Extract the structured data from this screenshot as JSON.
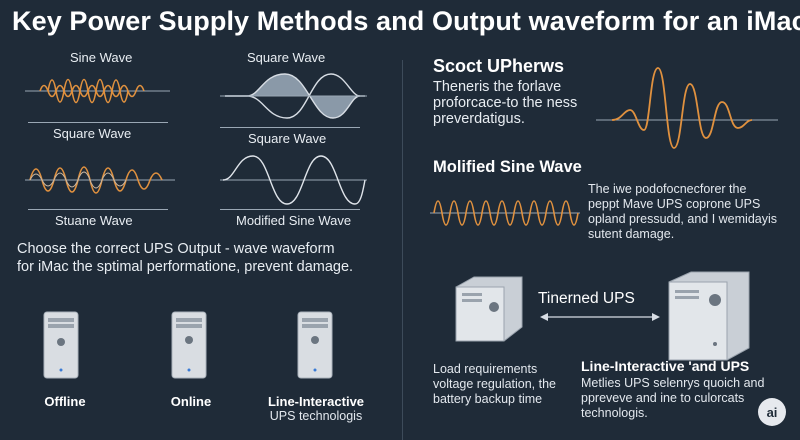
{
  "title": "Key Power Supply Methods and Output waveform for an iMac",
  "left_panel": {
    "wave_labels": {
      "sine_top": "Sine Wave",
      "square_below_sine": "Square Wave",
      "square_top_right": "Square Wave",
      "square_below_right": "Square Wave",
      "stuane": "Stuane Wave",
      "modified": "Modified Sine Wave"
    },
    "instruction": [
      "Choose the correct UPS Output - wave waveform",
      "for iMac the sptimal performatione, prevent damage."
    ],
    "ups_units": [
      {
        "label": "Offline",
        "sub": ""
      },
      {
        "label": "Online",
        "sub": ""
      },
      {
        "label": "Line-Interactive",
        "sub": "UPS technologis"
      }
    ]
  },
  "right_panel": {
    "section1": {
      "heading": "Scoct UPherws",
      "text": [
        "Theneris the forlave",
        "proforcace-to the ness",
        "preverdatigus."
      ]
    },
    "section2": {
      "heading": "Molified Sine Wave",
      "text": [
        "The iwe podofocnecforer the",
        "peppt Mave UPS coprone UPS",
        "opland pressudd, and I wemidayis",
        "sutent damage."
      ]
    },
    "section3": {
      "tinerned_label": "Tinerned UPS",
      "load_text": [
        "Load requirements",
        "voltage regulation, the",
        "battery backup time"
      ],
      "line_interactive_heading": "Line-Interactive 'and UPS",
      "line_interactive_text": [
        "Metlies UPS selenrys quoich and",
        "ppreveve and ine to culorcats",
        "technologis."
      ]
    }
  },
  "badge": "ai",
  "colors": {
    "background": "#1f2b38",
    "wave_orange": "#e0913f",
    "text": "#ffffff",
    "line_gray": "#9aa7b4"
  }
}
